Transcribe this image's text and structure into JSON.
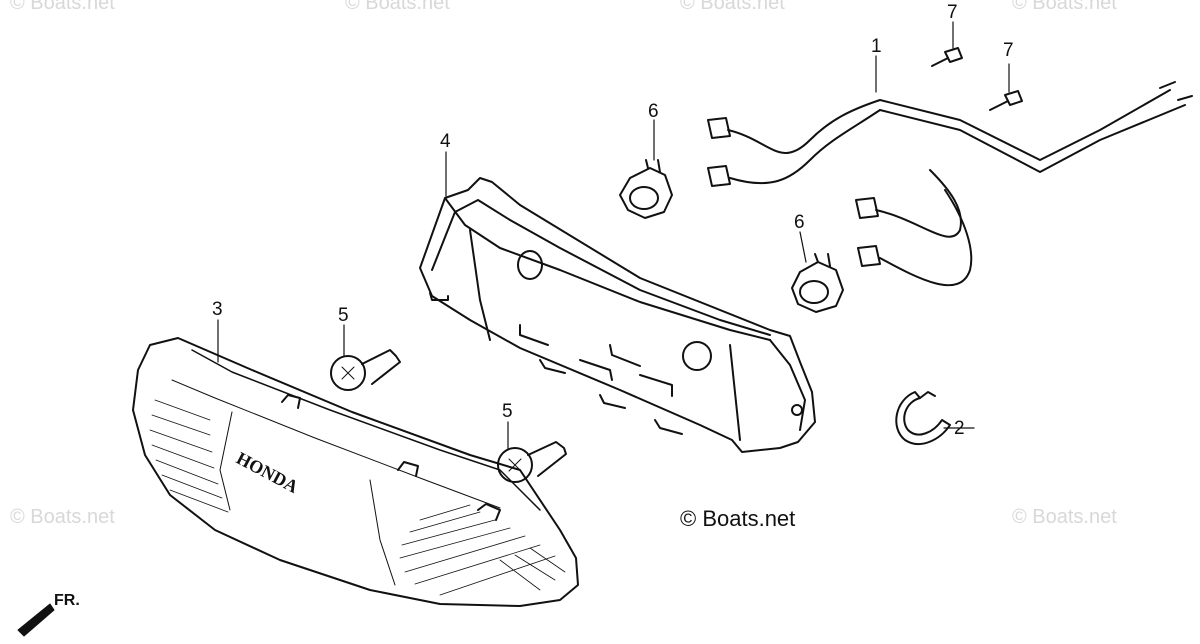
{
  "watermarks": {
    "top_left": "© Boats.net",
    "top_center_left": "© Boats.net",
    "top_center_right": "© Boats.net",
    "top_right": "© Boats.net",
    "bottom_left": "© Boats.net",
    "bottom_right": "© Boats.net",
    "main": "© Boats.net"
  },
  "callouts": {
    "part_1": "1",
    "part_2": "2",
    "part_3": "3",
    "part_4": "4",
    "part_5a": "5",
    "part_5b": "5",
    "part_6a": "6",
    "part_6b": "6",
    "part_7a": "7",
    "part_7b": "7"
  },
  "lens_brand": "HONDA",
  "direction_label": "FR."
}
